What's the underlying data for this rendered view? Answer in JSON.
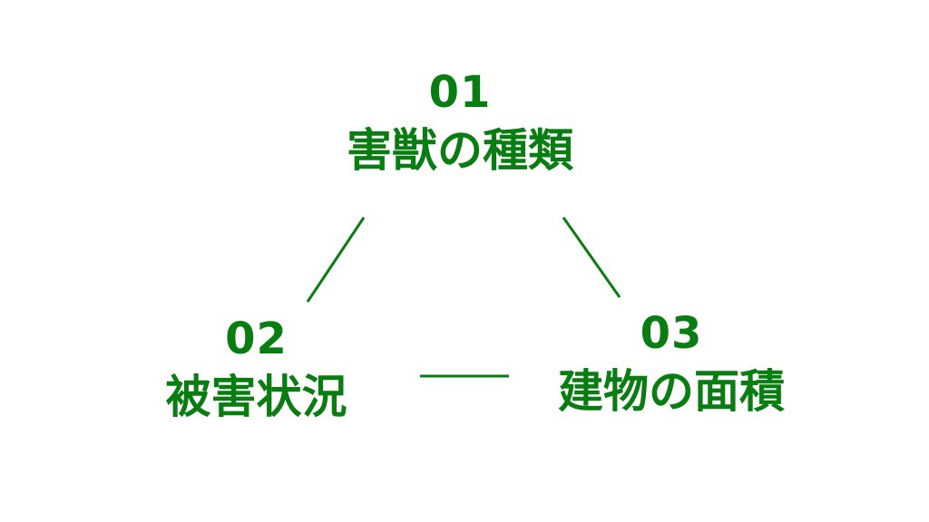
{
  "nodes": [
    {
      "number": "01",
      "label": "害獣の種類"
    },
    {
      "number": "02",
      "label": "被害状況"
    },
    {
      "number": "03",
      "label": "建物の面積"
    }
  ],
  "colors": {
    "accent": "#0a7d12",
    "background": "#ffffff"
  }
}
